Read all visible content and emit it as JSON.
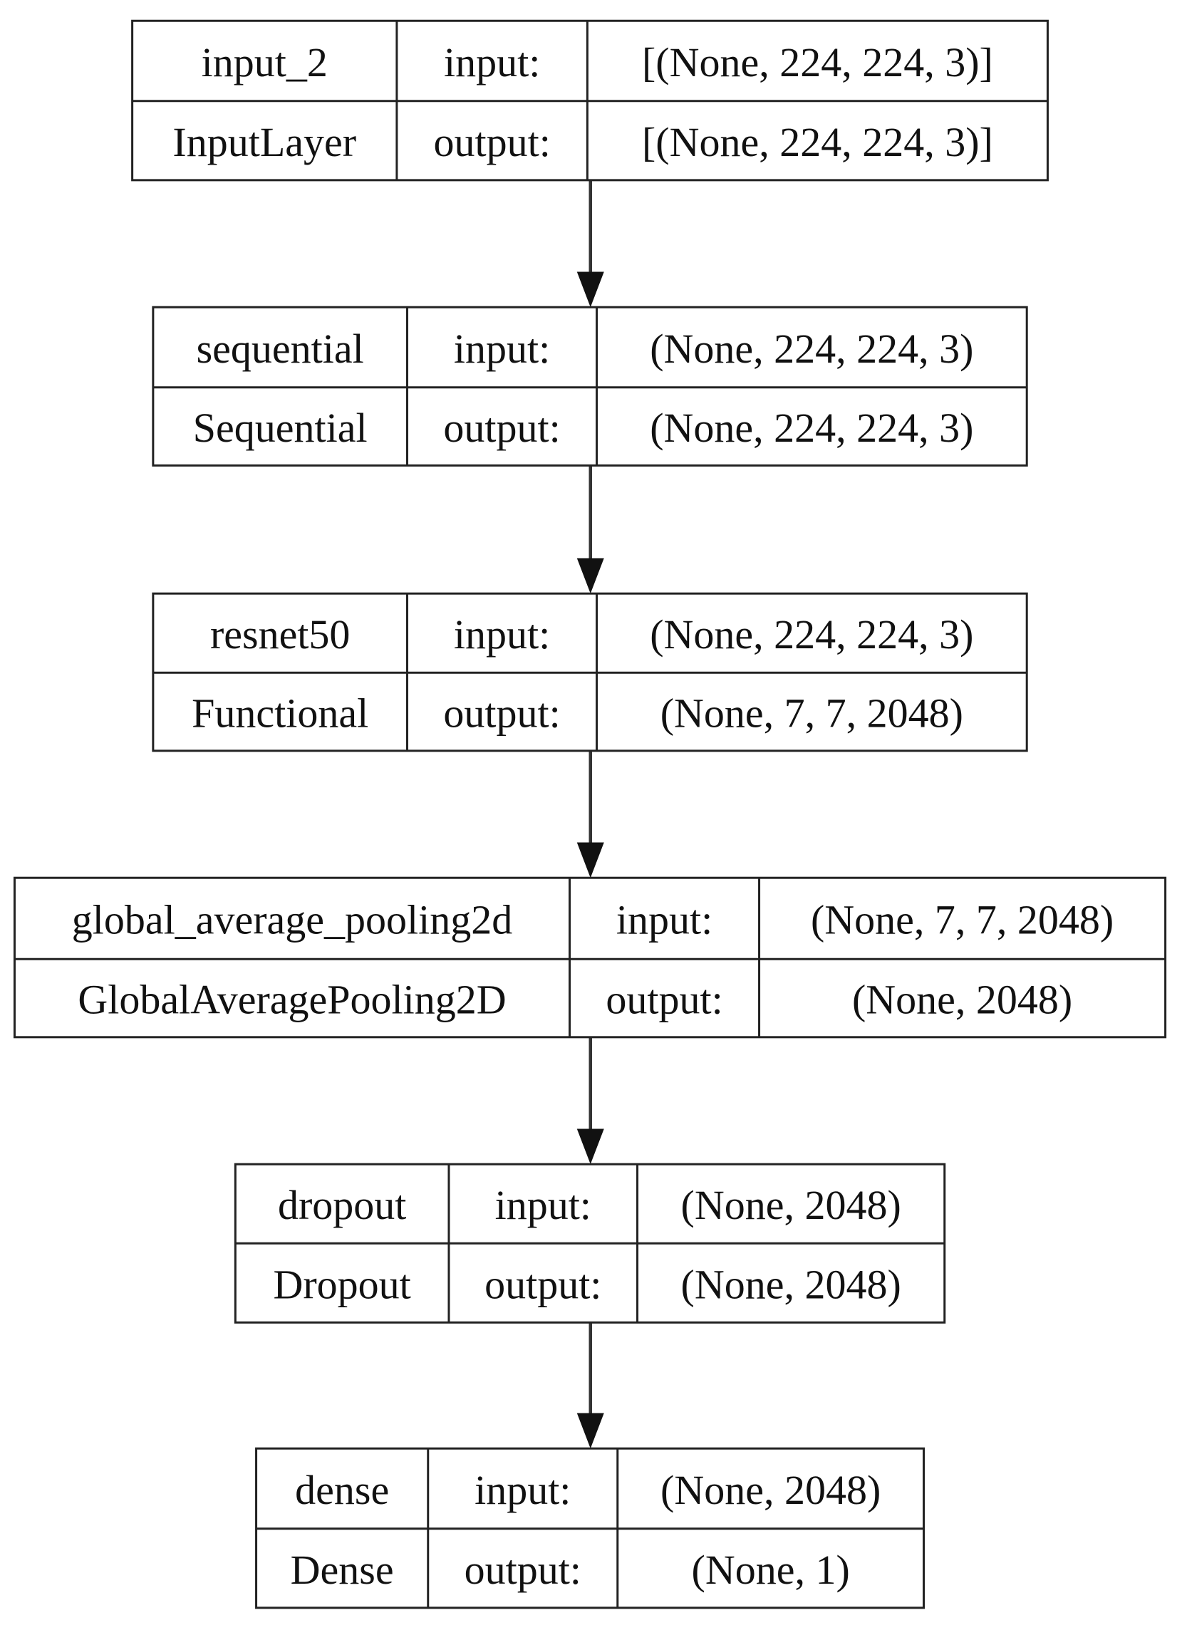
{
  "nodes": [
    {
      "name": "input_2",
      "type": "InputLayer",
      "input_label": "input:",
      "output_label": "output:",
      "input_shape": "[(None, 224, 224, 3)]",
      "output_shape": "[(None, 224, 224, 3)]"
    },
    {
      "name": "sequential",
      "type": "Sequential",
      "input_label": "input:",
      "output_label": "output:",
      "input_shape": "(None, 224, 224, 3)",
      "output_shape": "(None, 224, 224, 3)"
    },
    {
      "name": "resnet50",
      "type": "Functional",
      "input_label": "input:",
      "output_label": "output:",
      "input_shape": "(None, 224, 224, 3)",
      "output_shape": "(None, 7, 7, 2048)"
    },
    {
      "name": "global_average_pooling2d",
      "type": "GlobalAveragePooling2D",
      "input_label": "input:",
      "output_label": "output:",
      "input_shape": "(None, 7, 7, 2048)",
      "output_shape": "(None, 2048)"
    },
    {
      "name": "dropout",
      "type": "Dropout",
      "input_label": "input:",
      "output_label": "output:",
      "input_shape": "(None, 2048)",
      "output_shape": "(None, 2048)"
    },
    {
      "name": "dense",
      "type": "Dense",
      "input_label": "input:",
      "output_label": "output:",
      "input_shape": "(None, 2048)",
      "output_shape": "(None, 1)"
    }
  ],
  "edges": [
    {
      "from": "input_2",
      "to": "sequential"
    },
    {
      "from": "sequential",
      "to": "resnet50"
    },
    {
      "from": "resnet50",
      "to": "global_average_pooling2d"
    },
    {
      "from": "global_average_pooling2d",
      "to": "dropout"
    },
    {
      "from": "dropout",
      "to": "dense"
    }
  ]
}
